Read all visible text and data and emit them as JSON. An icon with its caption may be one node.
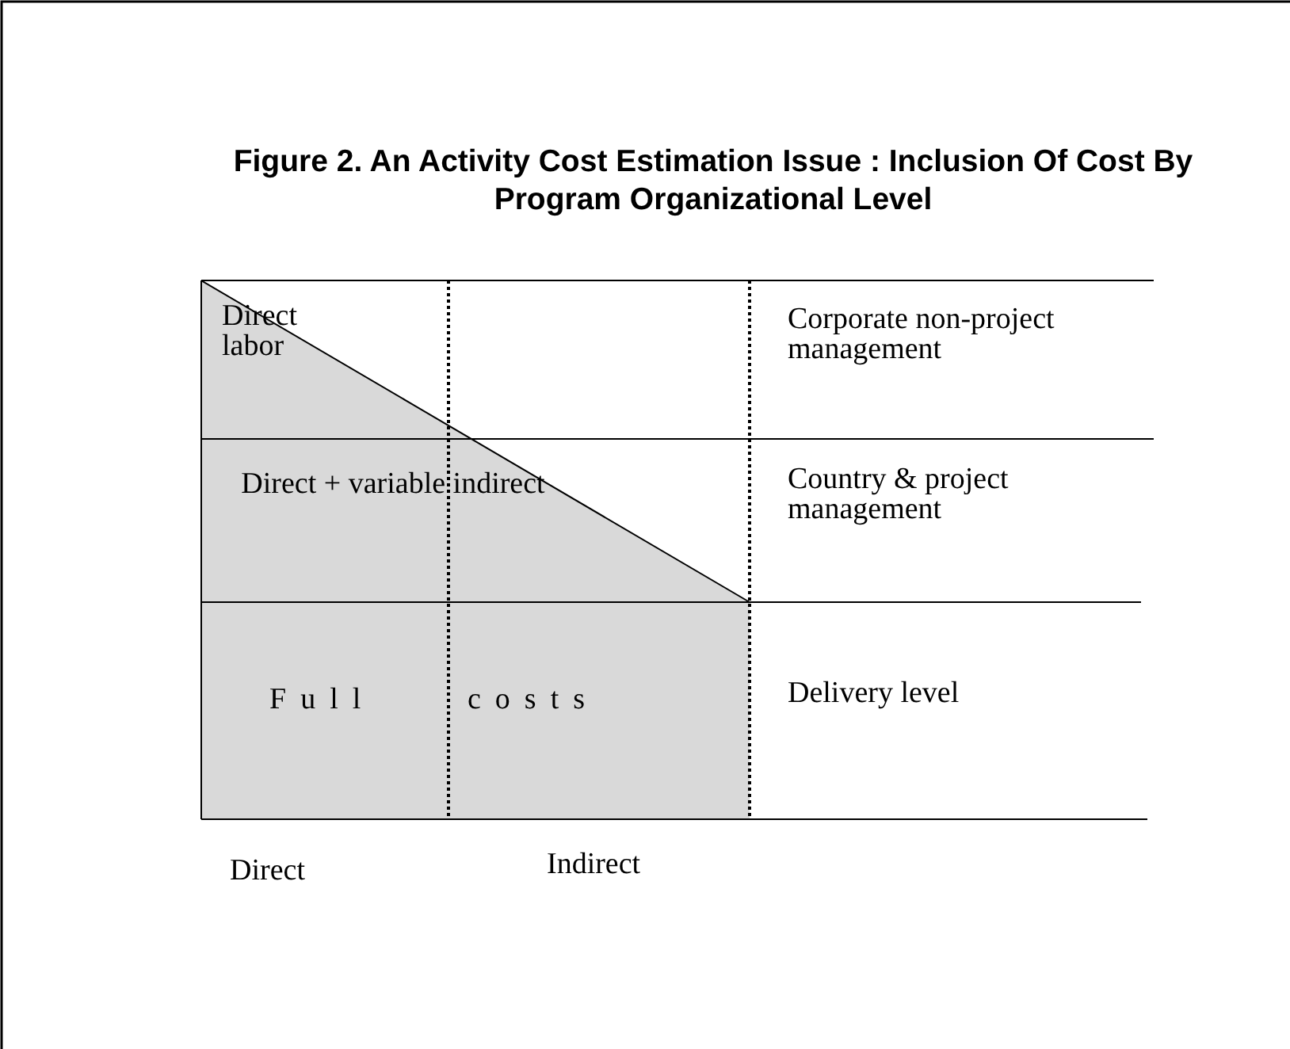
{
  "diagram": {
    "title": "Figure 2. An Activity Cost Estimation Issue : Inclusion Of Cost By Program Organizational Level",
    "labels": [
      "Direct labor",
      "Corporate non-project management",
      "Direct + variable indirect",
      "Country & project management",
      "Full",
      "costs",
      "Delivery level",
      "Direct",
      "Indirect"
    ]
  }
}
